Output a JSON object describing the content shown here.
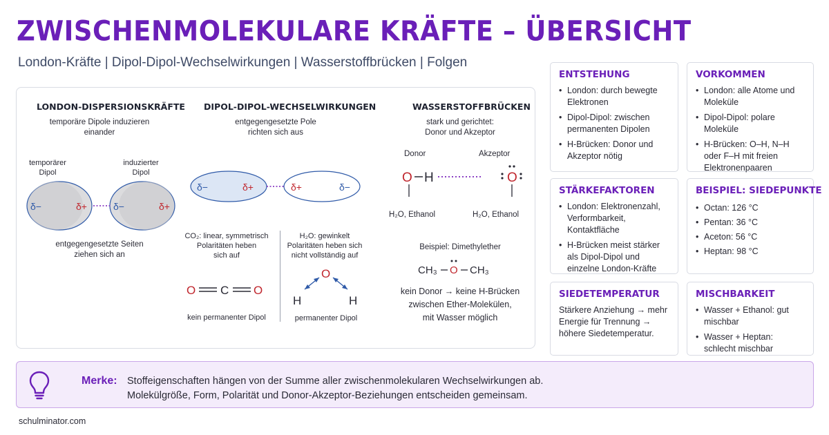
{
  "header": {
    "title": "ZWISCHENMOLEKULARE KRÄFTE – ÜBERSICHT",
    "subtitle": "London-Kräfte | Dipol-Dipol-Wechselwirkungen | Wasserstoffbrücken | Folgen"
  },
  "london": {
    "heading": "LONDON-DISPERSIONSKRÄFTE",
    "desc_1": "temporäre Dipole induzieren",
    "desc_2": "einander",
    "left_label_1": "temporärer",
    "left_label_2": "Dipol",
    "right_label_1": "induzierter",
    "right_label_2": "Dipol",
    "delta_minus": "δ−",
    "delta_plus": "δ+",
    "caption_1": "entgegengesetzte Seiten",
    "caption_2": "ziehen sich an"
  },
  "dipole": {
    "heading": "DIPOL-DIPOL-WECHSELWIRKUNGEN",
    "desc_1": "entgegengesetzte Pole",
    "desc_2": "richten sich aus",
    "delta_minus": "δ−",
    "delta_plus": "δ+",
    "co2_1": "CO₂: linear, symmetrisch",
    "co2_2": "Polaritäten heben",
    "co2_3": "sich auf",
    "co2_o": "O",
    "co2_c": "C",
    "co2_caption": "kein permanenter Dipol",
    "h2o_1": "H₂O: gewinkelt",
    "h2o_2": "Polaritäten heben sich",
    "h2o_3": "nicht vollständig auf",
    "h2o_o": "O",
    "h2o_h": "H",
    "h2o_caption": "permanenter Dipol"
  },
  "hbond": {
    "heading": "WASSERSTOFFBRÜCKEN",
    "desc_1": "stark und gerichtet:",
    "desc_2": "Donor und Akzeptor",
    "donor": "Donor",
    "acceptor": "Akzeptor",
    "atom_o": "O",
    "atom_h": "H",
    "donor_examples": "H₂O, Ethanol",
    "acceptor_examples": "H₂O, Ethanol",
    "example_label": "Beispiel: Dimethylether",
    "ether_left": "CH₃",
    "ether_o": "O",
    "ether_right": "CH₃",
    "caption_1": "kein Donor → keine H-Brücken",
    "caption_2": "zwischen Ether-Molekülen,",
    "caption_3": "mit Wasser möglich"
  },
  "cards": {
    "entstehung": {
      "title": "ENTSTEHUNG",
      "items": [
        "London: durch bewegte Elektronen",
        "Dipol-Dipol: zwischen permanenten Dipolen",
        "H-Brücken: Donor und Akzeptor nötig"
      ]
    },
    "vorkommen": {
      "title": "VORKOMMEN",
      "items": [
        "London: alle Atome und Moleküle",
        "Dipol-Dipol: polare Moleküle",
        "H-Brücken: O–H, N–H oder F–H mit freien Elektronenpaaren"
      ]
    },
    "staerkefaktoren": {
      "title": "STÄRKEFAKTOREN",
      "items": [
        "London: Elektronenzahl, Verformbarkeit, Kontaktfläche",
        "H-Brücken meist stärker als Dipol-Dipol und einzelne London-Kräfte"
      ]
    },
    "siedepunkte": {
      "title": "BEISPIEL: SIEDEPUNKTE",
      "items": [
        "Octan: 126 °C",
        "Pentan: 36 °C",
        "Aceton: 56 °C",
        "Heptan: 98 °C"
      ]
    },
    "siedetemperatur": {
      "title": "SIEDETEMPERATUR",
      "text": "Stärkere Anziehung → mehr Energie für Trennung → höhere Siedetemperatur."
    },
    "mischbarkeit": {
      "title": "MISCHBARKEIT",
      "items": [
        "Wasser + Ethanol: gut mischbar",
        "Wasser + Heptan: schlecht mischbar"
      ]
    }
  },
  "merke": {
    "label": "Merke:",
    "line_1": "Stoffeigenschaften hängen von der Summe aller zwischenmolekularen Wechselwirkungen ab.",
    "line_2": "Molekülgröße, Form, Polarität und Donor-Akzeptor-Beziehungen entscheiden gemeinsam.",
    "icon": "lightbulb-icon"
  },
  "footer": {
    "site": "schulminator.com"
  },
  "colors": {
    "accent": "#6a1fb8",
    "red": "#c0262d",
    "blue": "#2f5aa8",
    "merke_bg": "#f4ecfb"
  }
}
